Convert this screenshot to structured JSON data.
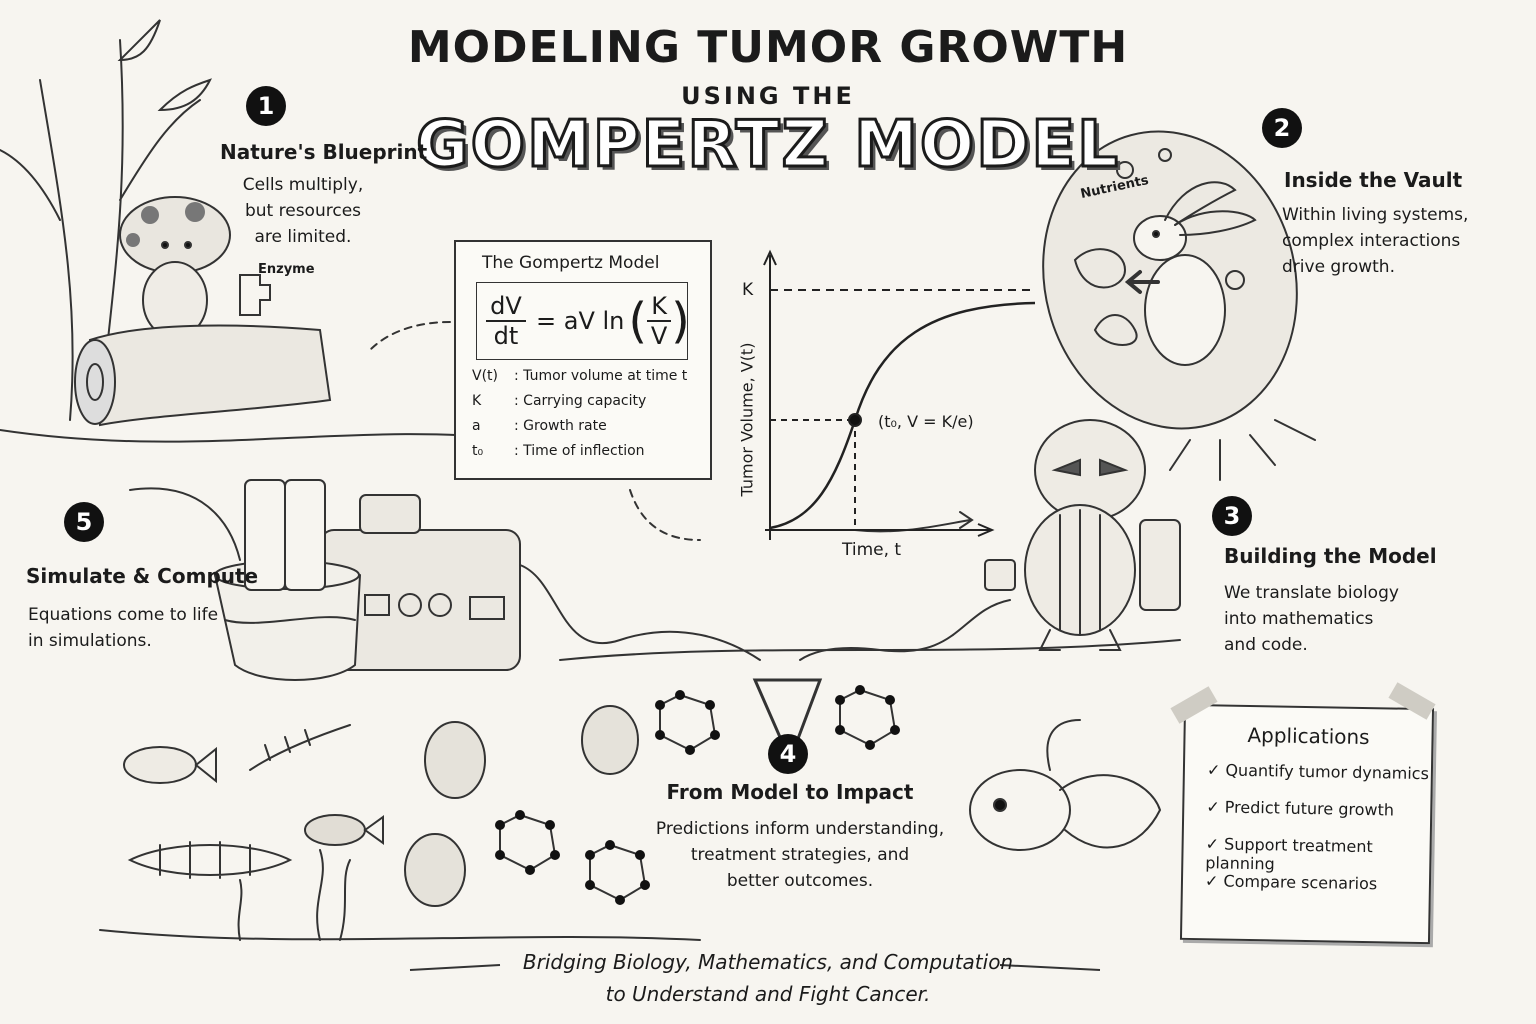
{
  "title": {
    "line1": "MODELING TUMOR GROWTH",
    "line2": "USING THE",
    "line3": "GOMPERTZ MODEL"
  },
  "sections": [
    {
      "number": "1",
      "heading": "Nature's Blueprint",
      "lines": [
        "Cells multiply,",
        "but resources",
        "are limited."
      ],
      "label": "Enzyme"
    },
    {
      "number": "2",
      "heading": "Inside the Vault",
      "lines": [
        "Within living systems,",
        "complex interactions",
        "drive growth."
      ],
      "label": "Nutrients"
    },
    {
      "number": "3",
      "heading": "Building the Model",
      "lines": [
        "We translate biology",
        "into mathematics",
        "and code."
      ]
    },
    {
      "number": "4",
      "heading": "From Model to Impact",
      "lines": [
        "Predictions inform understanding,",
        "treatment strategies, and",
        "better outcomes."
      ]
    },
    {
      "number": "5",
      "heading": "Simulate & Compute",
      "lines": [
        "Equations come to life",
        "in simulations."
      ]
    }
  ],
  "equation": {
    "title": "The Gompertz Model",
    "lhs_num": "dV",
    "lhs_den": "dt",
    "rhs": "= aV ln",
    "frac_num": "K",
    "frac_den": "V",
    "legend": [
      {
        "sym": "V(t)",
        "desc": ": Tumor volume at time t"
      },
      {
        "sym": "K",
        "desc": ": Carrying capacity"
      },
      {
        "sym": "a",
        "desc": ": Growth rate"
      },
      {
        "sym": "t₀",
        "desc": ": Time of inflection"
      }
    ]
  },
  "chart": {
    "y_label": "Tumor Volume, V(t)",
    "x_label": "Time, t",
    "k_label": "K",
    "inflection_label": "(t₀, V = K/e)"
  },
  "applications": {
    "title": "Applications",
    "check": "✓",
    "items": [
      "Quantify tumor dynamics",
      "Predict future growth",
      "Support treatment planning",
      "Compare scenarios"
    ]
  },
  "footer": {
    "line1": "Bridging Biology, Mathematics, and Computation",
    "line2": "to Understand and Fight Cancer."
  }
}
